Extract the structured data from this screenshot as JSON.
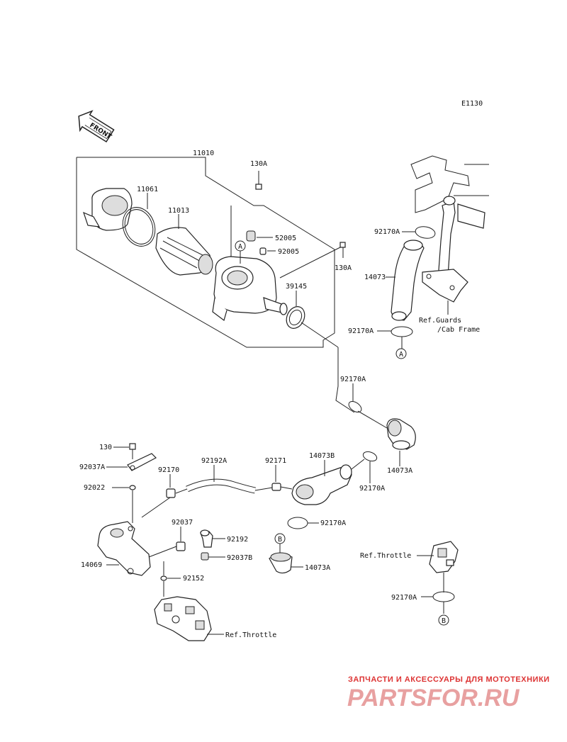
{
  "diagram_code": "E1130",
  "front_label": "FRONT",
  "parts": {
    "p11010": "11010",
    "p130A_top": "130A",
    "p11061": "11061",
    "p11013": "11013",
    "p52005": "52005",
    "p92005": "92005",
    "p130A_right": "130A",
    "p39145": "39145",
    "p92170A_1": "92170A",
    "p14073": "14073",
    "p92170A_2": "92170A",
    "p92170A_3": "92170A",
    "p14073A_1": "14073A",
    "p92170A_4": "92170A",
    "p14073B": "14073B",
    "p92171": "92171",
    "p92192A": "92192A",
    "p92170": "92170",
    "p130": "130",
    "p92037A": "92037A",
    "p92022": "92022",
    "p92037": "92037",
    "p92192": "92192",
    "p92037B": "92037B",
    "p14069": "14069",
    "p92152": "92152",
    "p92170A_5": "92170A",
    "p14073A_2": "14073A",
    "p92170A_6": "92170A"
  },
  "callouts": {
    "a1": "A",
    "a2": "A",
    "b1": "B",
    "b2": "B"
  },
  "refs": {
    "guards_line1": "Ref.Guards",
    "guards_line2": "/Cab Frame",
    "throttle_right": "Ref.Throttle",
    "throttle_bottom": "Ref.Throttle"
  },
  "watermark": {
    "tagline": "ЗАПЧАСТИ И АКСЕССУАРЫ ДЛЯ МОТОТЕХНИКИ",
    "brand": "PARTSFOR.RU"
  }
}
